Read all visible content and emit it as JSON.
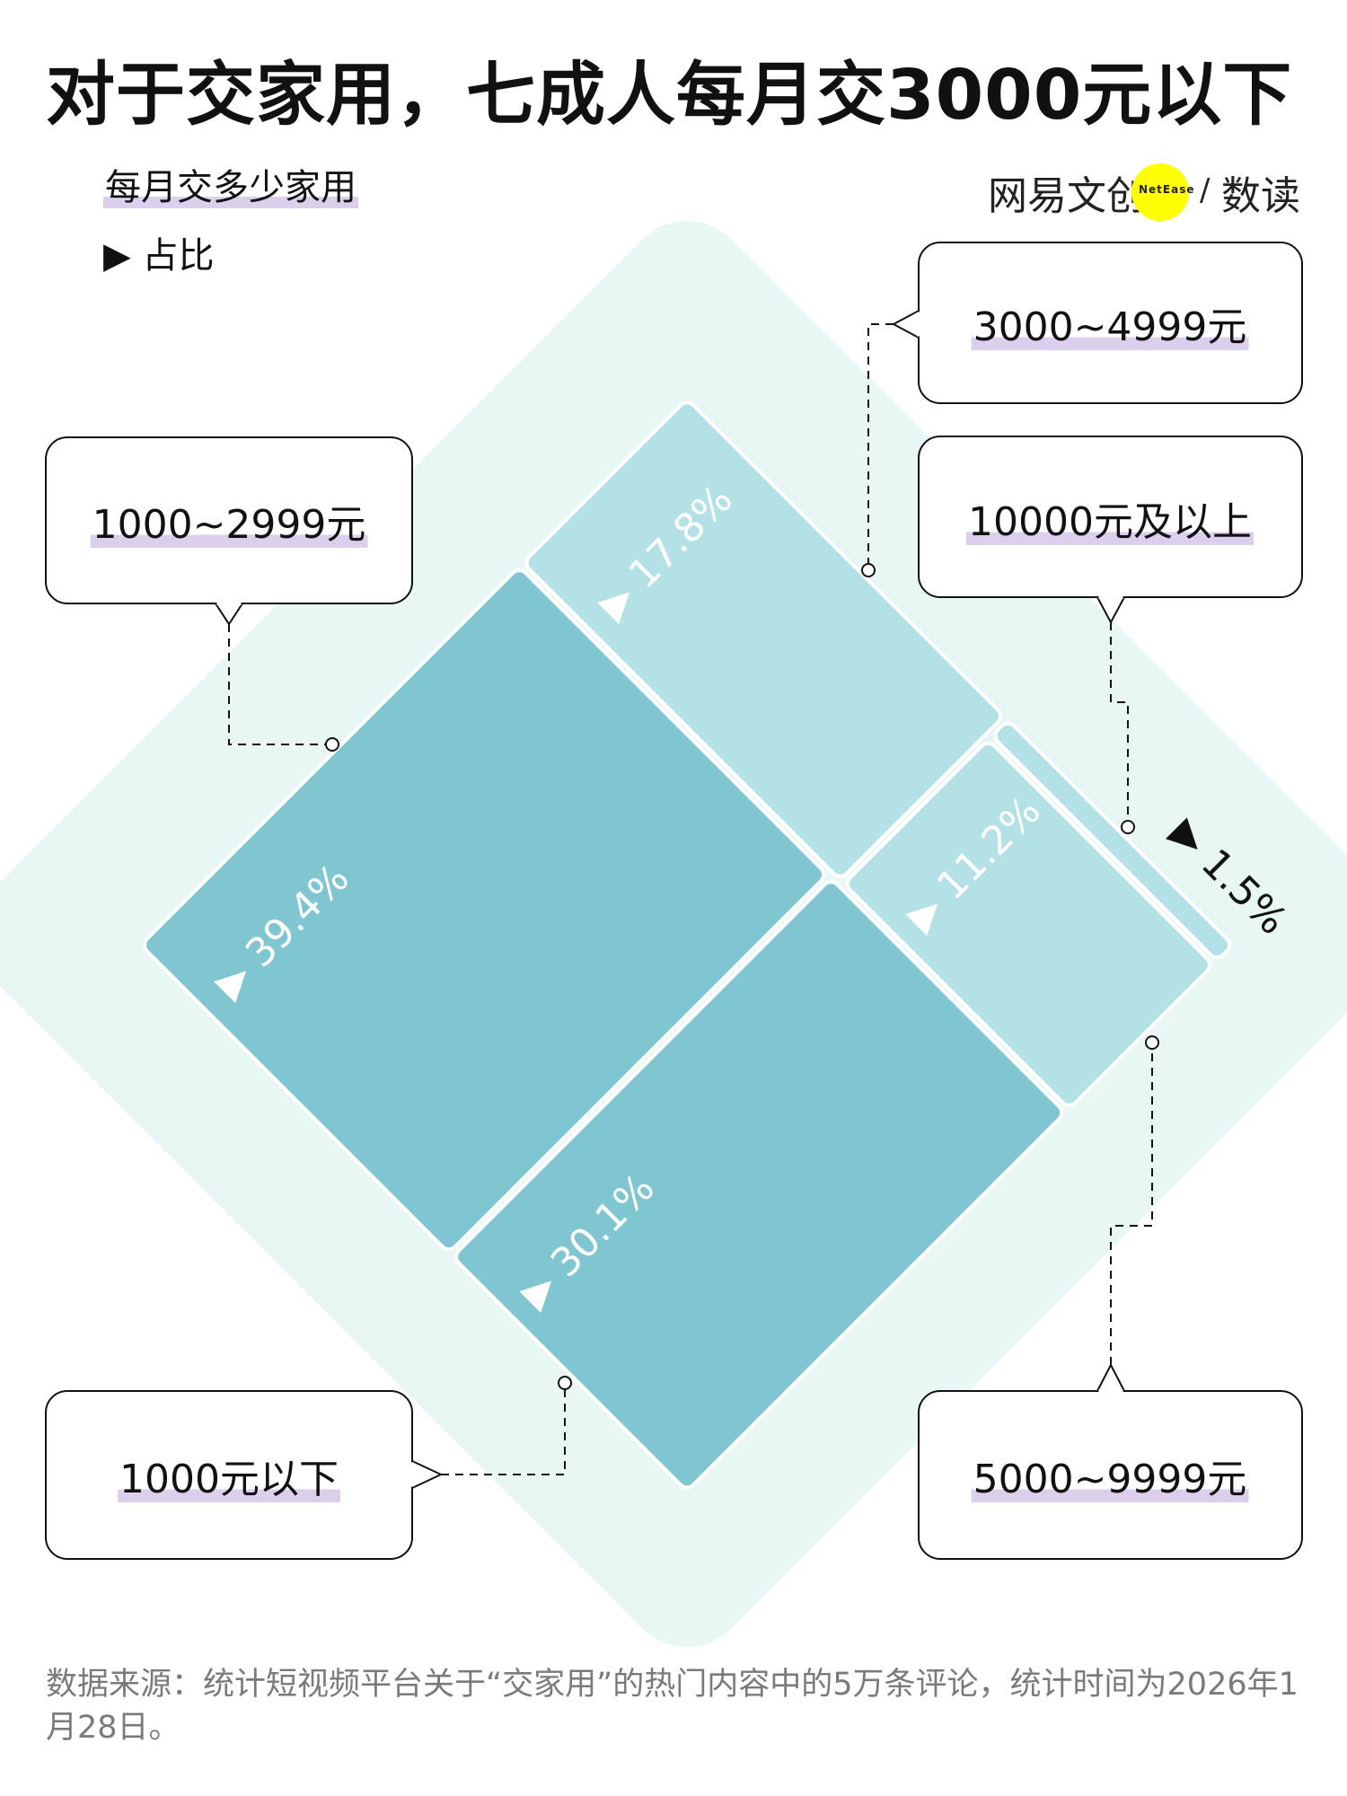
{
  "title": "对于交家用，七成人每月交3000元以下",
  "subtitle": "每月交多少家用",
  "measure": "▶ 占比",
  "logo": {
    "brand": "网易文创",
    "en": "NetEase",
    "sep": "/",
    "column": "数读"
  },
  "footer": "数据来源：统计短视频平台关于“交家用”的热门内容中的5万条评论，统计时间为2026年1月28日。",
  "chart_data": {
    "type": "treemap",
    "title": "每月交多少家用",
    "measure": "占比",
    "unit": "%",
    "categories": [
      "1000元以下",
      "1000~2999元",
      "3000~4999元",
      "5000~9999元",
      "10000元及以上"
    ],
    "values": [
      30.1,
      39.4,
      17.8,
      11.2,
      1.5
    ],
    "labels": [
      "▶ 30.1%",
      "▶ 39.4%",
      "▶ 17.8%",
      "▶ 11.2%",
      "▶ 1.5%"
    ],
    "colors": {
      "dark": "#7fc6d1",
      "light": "#b3e1e6",
      "background": "#e9f6f6",
      "highlight": "#dccfee"
    }
  }
}
